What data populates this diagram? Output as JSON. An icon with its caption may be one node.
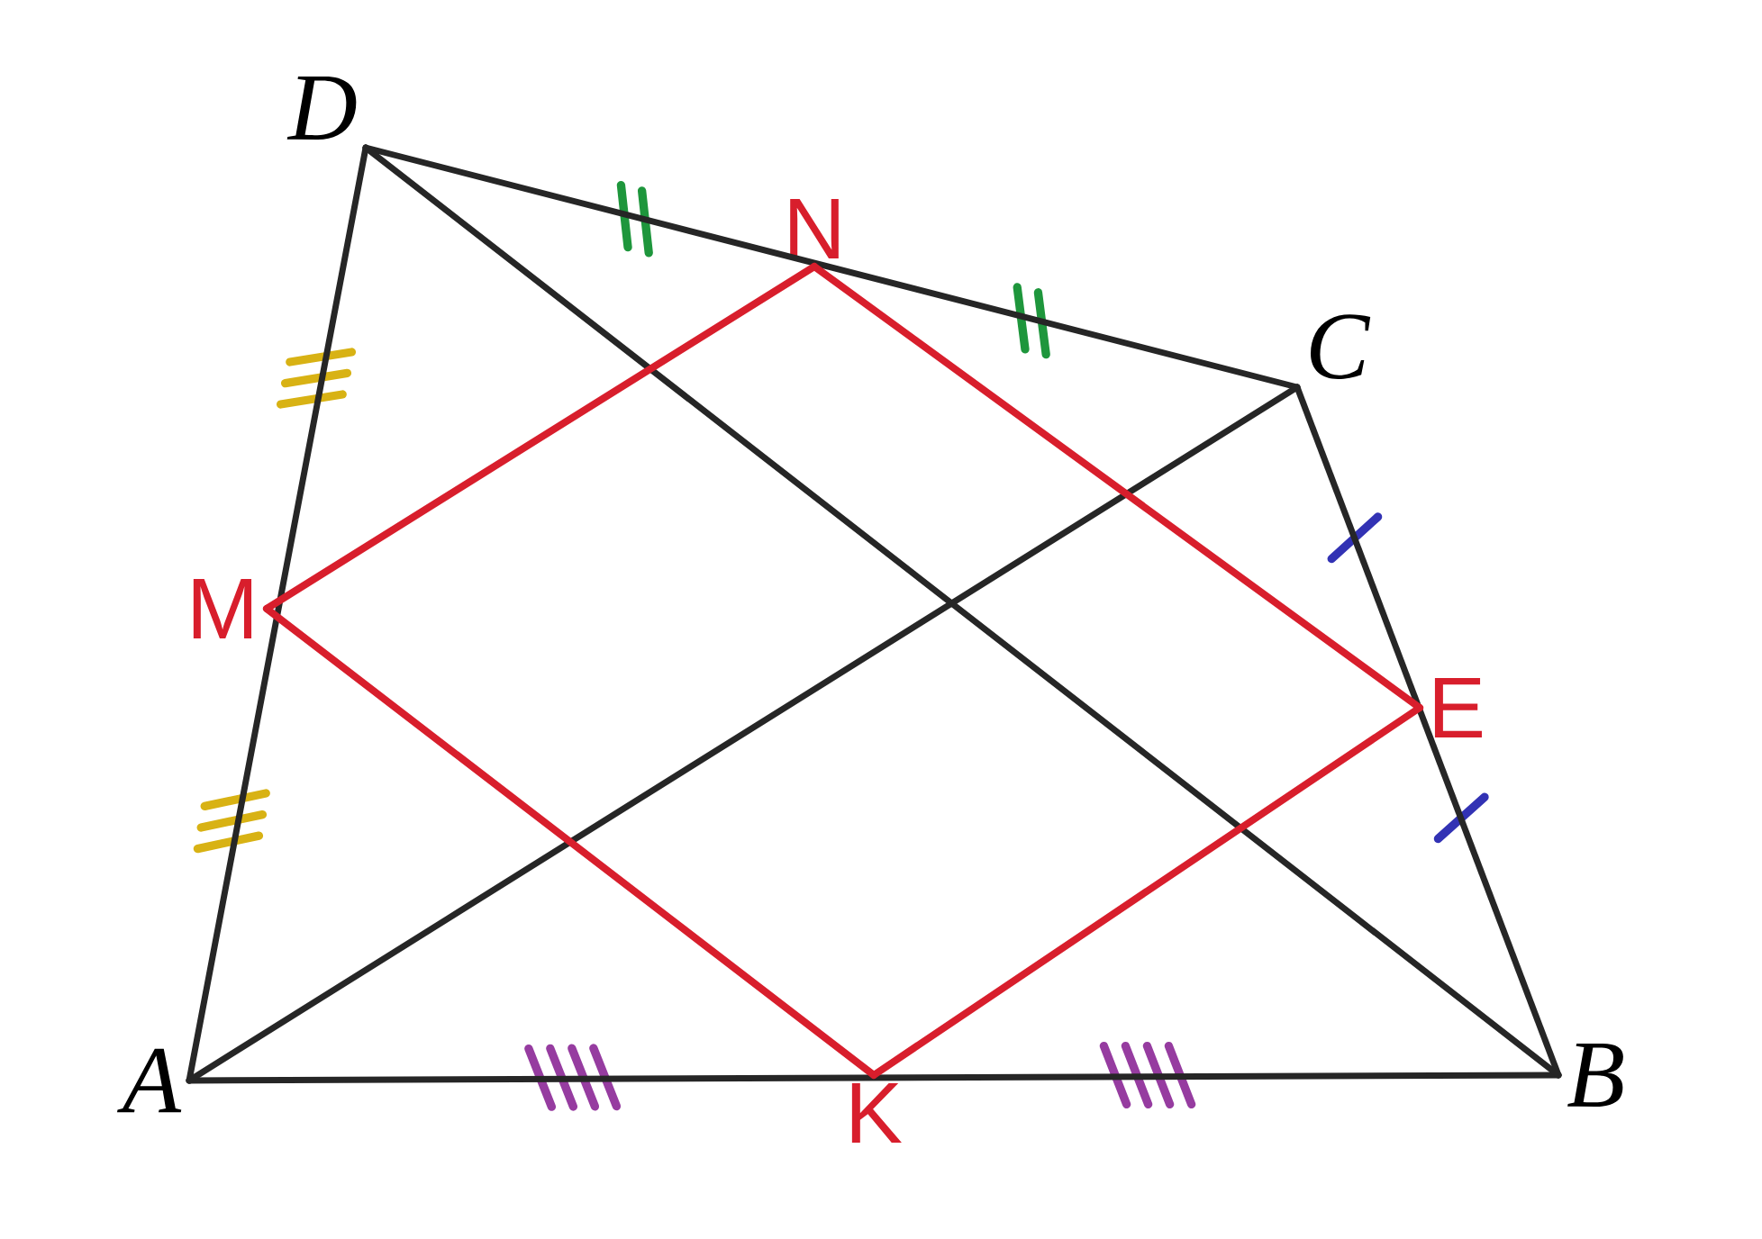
{
  "diagram": {
    "nodes": [
      {
        "text": [
          "A"
        ]
      },
      {
        "text": [
          "B"
        ]
      },
      {
        "text": [
          "C"
        ]
      },
      {
        "text": [
          "D"
        ]
      },
      {
        "text": [
          "M"
        ]
      },
      {
        "text": [
          "N"
        ]
      },
      {
        "text": [
          "E"
        ]
      },
      {
        "text": [
          "K"
        ]
      }
    ],
    "edges": [
      {
        "from": 0,
        "to": 1,
        "arrow": "none"
      },
      {
        "from": 1,
        "to": 2,
        "arrow": "none"
      },
      {
        "from": 2,
        "to": 3,
        "arrow": "none"
      },
      {
        "from": 3,
        "to": 0,
        "arrow": "none"
      },
      {
        "from": 0,
        "to": 2,
        "arrow": "none"
      },
      {
        "from": 3,
        "to": 1,
        "arrow": "none"
      },
      {
        "from": 4,
        "to": 5,
        "arrow": "none",
        "color": "#d81e2c"
      },
      {
        "from": 5,
        "to": 6,
        "arrow": "none",
        "color": "#d81e2c"
      },
      {
        "from": 6,
        "to": 7,
        "arrow": "none",
        "color": "#d81e2c"
      },
      {
        "from": 7,
        "to": 4,
        "arrow": "none",
        "color": "#d81e2c"
      }
    ]
  }
}
